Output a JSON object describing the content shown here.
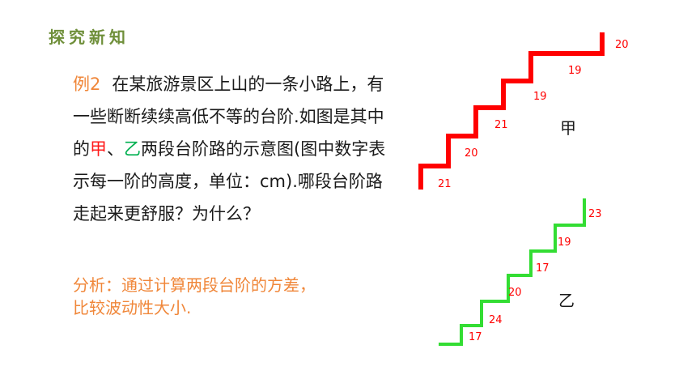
{
  "section_title": "探究新知",
  "example": {
    "label": "例2",
    "text_part1": "在某旅游景区上山的一条小路上，有一些断断续续高低不等的台阶.如图是其中的",
    "jia": "甲",
    "sep": "、",
    "yi": "乙",
    "text_part2": "两段台阶路的示意图(图中数字表示每一阶的高度，单位：cm).哪段台阶路走起来更舒服？为什么？"
  },
  "analysis": {
    "line1": "分析：通过计算两段台阶的方差，",
    "line2": "比较波动性大小."
  },
  "staircases": [
    {
      "name": "甲",
      "color": "#ff0000",
      "heights": [
        "21",
        "20",
        "21",
        "19",
        "19",
        "20"
      ]
    },
    {
      "name": "乙",
      "color": "#33dd33",
      "heights": [
        "17",
        "24",
        "20",
        "17",
        "19",
        "23"
      ]
    }
  ]
}
